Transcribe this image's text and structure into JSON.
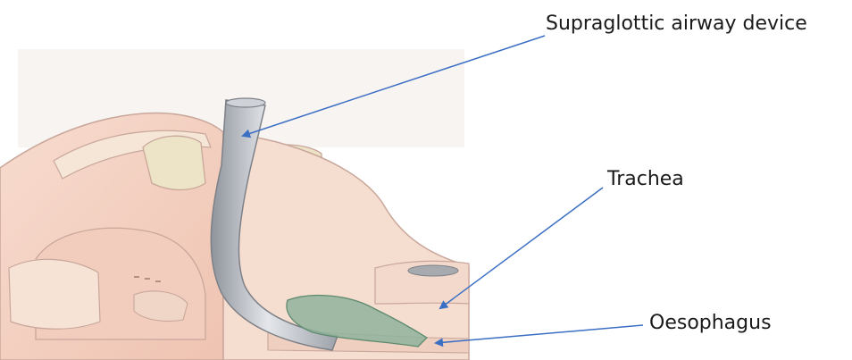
{
  "labels": {
    "supraglottic_airway_device": "Supraglottic airway device",
    "trachea": "Trachea",
    "oesophagus": "Oesophagus"
  },
  "colors": {
    "skin": "#f3d2c4",
    "tissue_outline": "#c9a79b",
    "bone": "#ede3c6",
    "device_tube": "#b9bcc2",
    "device_cuff": "#8fb39c",
    "arrow": "#3b6fc4"
  }
}
